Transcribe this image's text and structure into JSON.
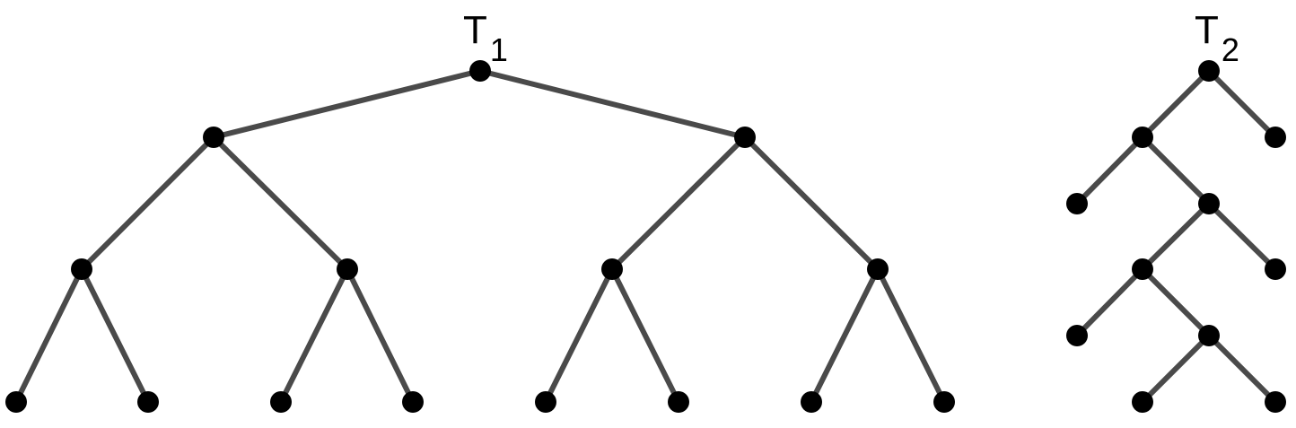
{
  "colors": {
    "edge": "#4a4a4a",
    "node": "#000000",
    "background": "#ffffff"
  },
  "trees": [
    {
      "id": "T1",
      "label": {
        "base": "T",
        "sub": "1"
      },
      "nodes": [
        "r",
        "a",
        "b",
        "a1",
        "a2",
        "b1",
        "b2",
        "l1",
        "l2",
        "l3",
        "l4",
        "l5",
        "l6",
        "l7",
        "l8"
      ],
      "edges": [
        [
          "r",
          "a"
        ],
        [
          "r",
          "b"
        ],
        [
          "a",
          "a1"
        ],
        [
          "a",
          "a2"
        ],
        [
          "b",
          "b1"
        ],
        [
          "b",
          "b2"
        ],
        [
          "a1",
          "l1"
        ],
        [
          "a1",
          "l2"
        ],
        [
          "a2",
          "l3"
        ],
        [
          "a2",
          "l4"
        ],
        [
          "b1",
          "l5"
        ],
        [
          "b1",
          "l6"
        ],
        [
          "b2",
          "l7"
        ],
        [
          "b2",
          "l8"
        ]
      ]
    },
    {
      "id": "T2",
      "label": {
        "base": "T",
        "sub": "2"
      },
      "nodes": [
        "r",
        "x1",
        "y1",
        "p1",
        "x2",
        "y2",
        "p2",
        "x3",
        "y3",
        "l1",
        "l2"
      ],
      "edges": [
        [
          "r",
          "x1"
        ],
        [
          "r",
          "y1"
        ],
        [
          "x1",
          "p1"
        ],
        [
          "x1",
          "x2"
        ],
        [
          "x2",
          "y2"
        ],
        [
          "x2",
          "p2"
        ],
        [
          "p2",
          "x3"
        ],
        [
          "p2",
          "y3"
        ],
        [
          "y3",
          "l1"
        ],
        [
          "y3",
          "l2"
        ]
      ]
    }
  ]
}
